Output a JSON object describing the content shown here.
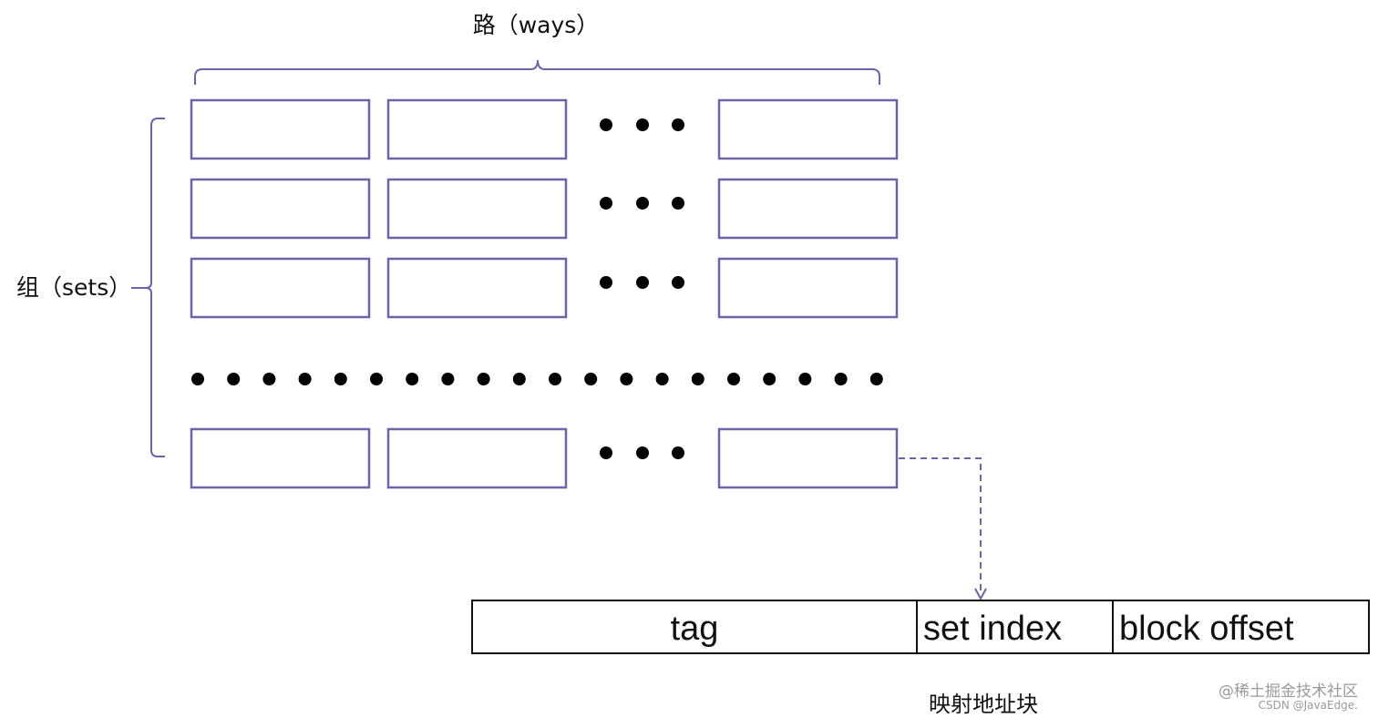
{
  "labels": {
    "ways": "路（ways）",
    "sets": "组（sets）",
    "address_caption": "映射地址块"
  },
  "address_fields": [
    "tag",
    "set index",
    "block offset"
  ],
  "watermark": {
    "line1": "@稀土掘金技术社区",
    "line2": "CSDN @JavaEdge."
  },
  "colors": {
    "cache_line_border": "#6b64a8",
    "bracket": "#6b64a8",
    "dots": "#000000",
    "address_border": "#111111"
  }
}
